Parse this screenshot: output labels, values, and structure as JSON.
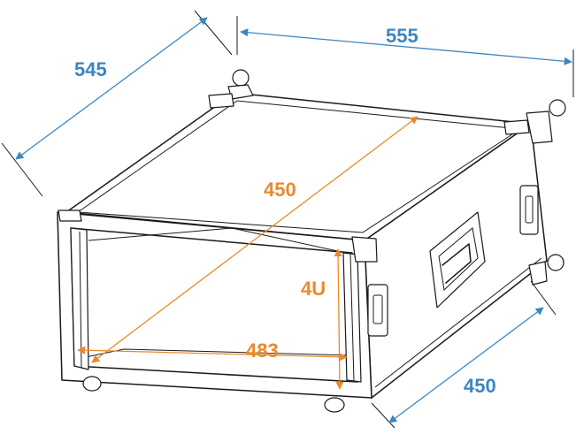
{
  "dimensions": {
    "overall_depth": "545",
    "overall_width": "555",
    "inner_depth": "450",
    "rack_units": "4U",
    "rack_width": "483",
    "side_depth": "450"
  },
  "colors": {
    "outline": "#1a1a1a",
    "dimension_blue": "#3b86c4",
    "dimension_orange": "#e98a2a"
  }
}
